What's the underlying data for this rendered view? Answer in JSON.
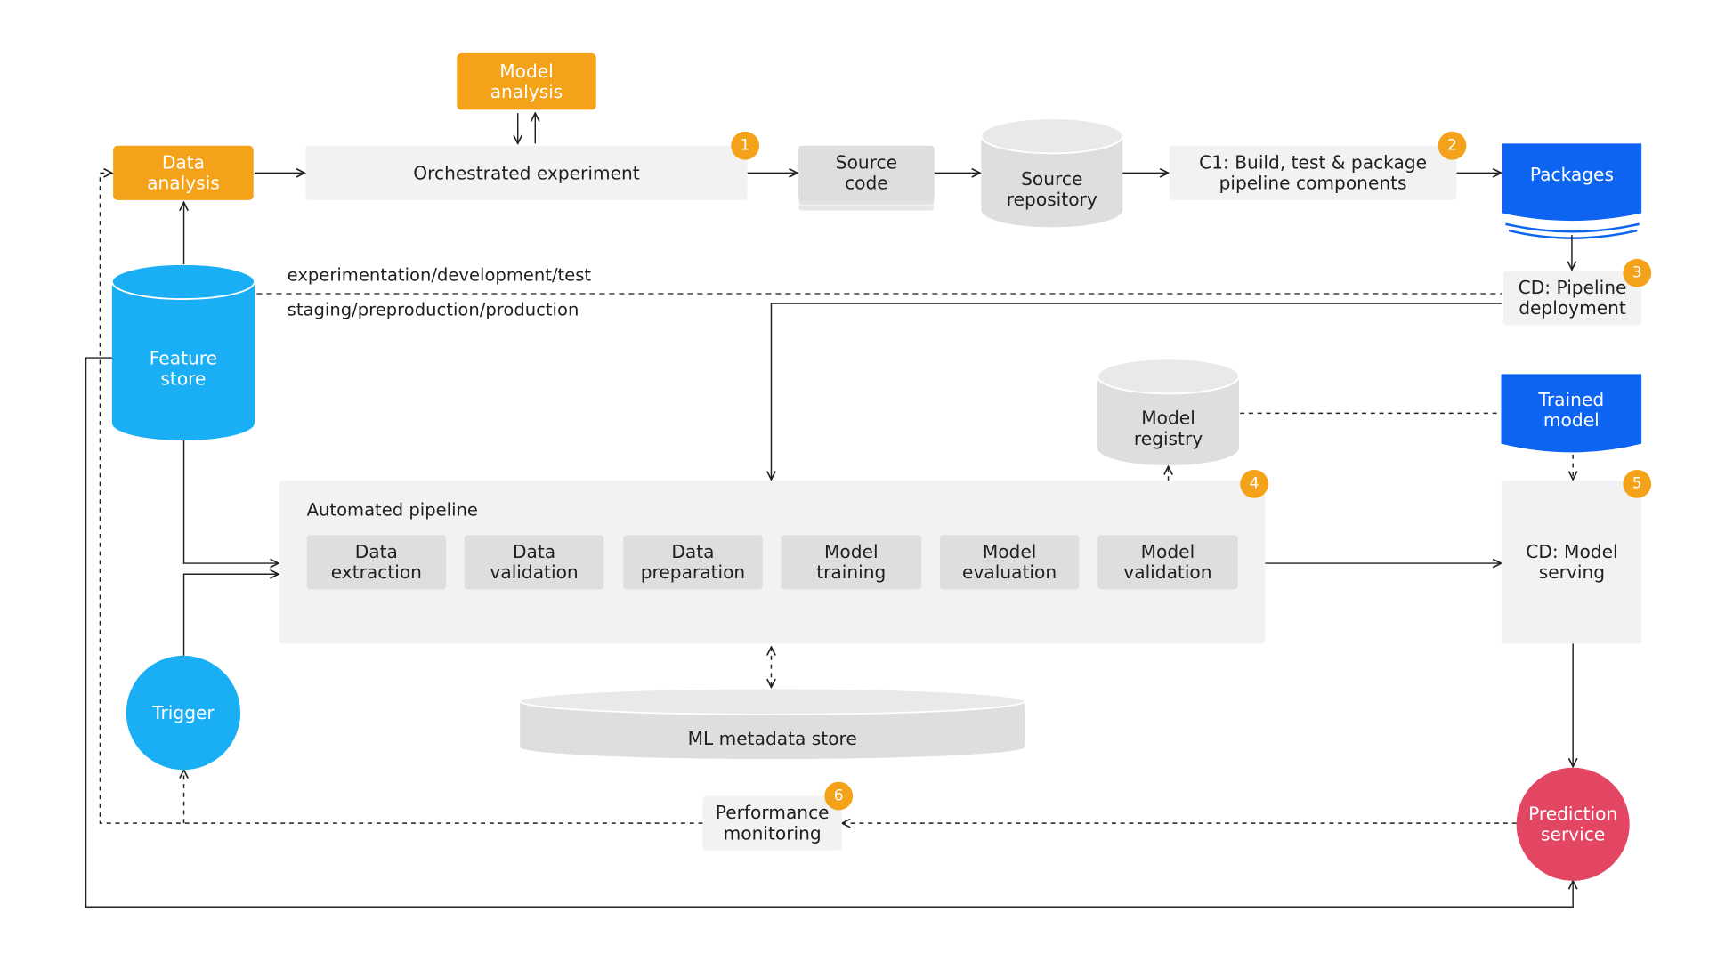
{
  "nodes": {
    "model_analysis": "Model\nanalysis",
    "data_analysis": "Data\nanalysis",
    "orchestrated_experiment": "Orchestrated experiment",
    "source_code": "Source\ncode",
    "source_repository": "Source\nrepository",
    "ci_build": "C1: Build, test & package\npipeline components",
    "packages": "Packages",
    "cd_pipeline": "CD: Pipeline\ndeployment",
    "feature_store": "Feature\nstore",
    "model_registry": "Model\nregistry",
    "trained_model": "Trained\nmodel",
    "cd_model_serving": "CD: Model\nserving",
    "trigger": "Trigger",
    "ml_metadata_store": "ML metadata store",
    "performance_monitoring": "Performance\nmonitoring",
    "prediction_service": "Prediction\nservice"
  },
  "environments": {
    "upper": "experimentation/development/test",
    "lower": "staging/preproduction/production"
  },
  "pipeline": {
    "title": "Automated pipeline",
    "steps": [
      "Data\nextraction",
      "Data\nvalidation",
      "Data\npreparation",
      "Model\ntraining",
      "Model\nevaluation",
      "Model\nvalidation"
    ]
  },
  "badges": [
    "1",
    "2",
    "3",
    "4",
    "5",
    "6"
  ],
  "colors": {
    "orange": "#f5a21b",
    "cyan": "#1aaff5",
    "royal_blue": "#0d63f2",
    "red": "#e34662",
    "light_grey": "#f2f2f2",
    "mid_grey": "#dedede"
  }
}
